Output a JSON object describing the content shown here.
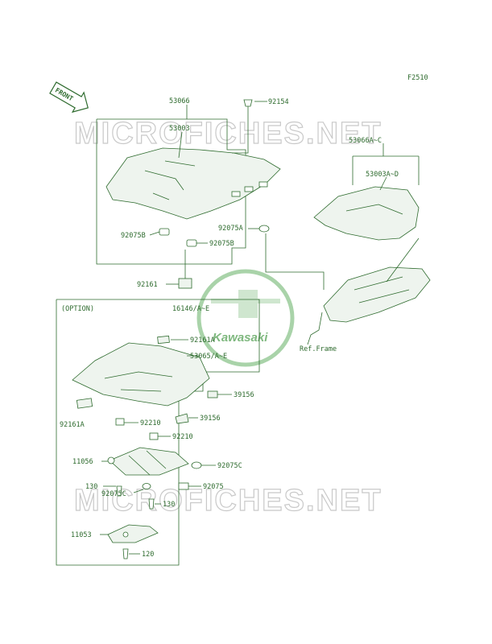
{
  "figure_code": "F2510",
  "front_arrow_label": "FRONT",
  "watermark_text": "MICROFICHES.NET",
  "brand_logo_text": "Kawasaki",
  "option_label": "(OPTION)",
  "ref_frame_label": "Ref.Frame",
  "colors": {
    "line": "#2e6b2e",
    "watermark": "#c9c9c9",
    "logo": "#7fb87f"
  },
  "parts": {
    "p53066": "53066",
    "p53003": "53003",
    "p92154": "92154",
    "p53066AC": "53066A~C",
    "p53003AD": "53003A~D",
    "p92075A": "92075A",
    "p92075B_1": "92075B",
    "p92075B_2": "92075B",
    "p92161": "92161",
    "p16146": "16146/A~E",
    "p92161A_1": "92161A",
    "p53065": "53065/A~E",
    "p39156_1": "39156",
    "p92161A_2": "92161A",
    "p92210_1": "92210",
    "p39156_2": "39156",
    "p92210_2": "92210",
    "p11056": "11056",
    "p92075C_1": "92075C",
    "p130_1": "130",
    "p92075": "92075",
    "p92075C_2": "92075C",
    "p130_2": "130",
    "p11053": "11053",
    "p120": "120"
  }
}
